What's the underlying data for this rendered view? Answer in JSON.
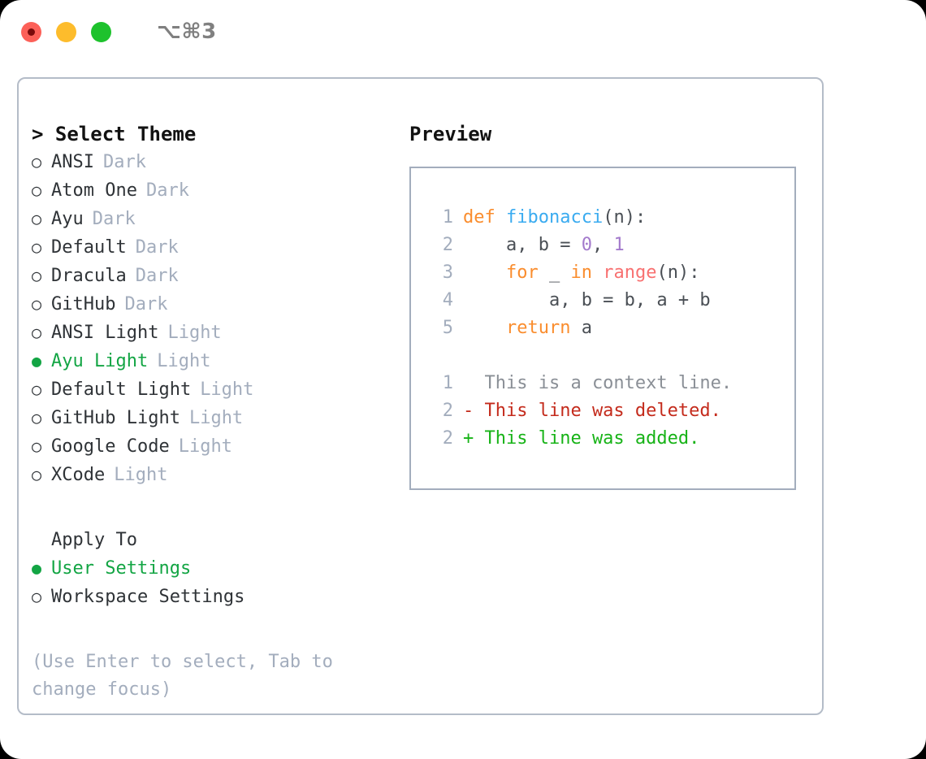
{
  "titlebar": {
    "shortcut": "⌥⌘3",
    "buttons": {
      "close": "close-button",
      "minimize": "minimize-button",
      "maximize": "maximize-button"
    }
  },
  "theme_picker": {
    "heading": "> Select Theme",
    "items": [
      {
        "marker": "○",
        "label": "ANSI",
        "tag": "Dark",
        "selected": false
      },
      {
        "marker": "○",
        "label": "Atom One",
        "tag": "Dark",
        "selected": false
      },
      {
        "marker": "○",
        "label": "Ayu",
        "tag": "Dark",
        "selected": false
      },
      {
        "marker": "○",
        "label": "Default",
        "tag": "Dark",
        "selected": false
      },
      {
        "marker": "○",
        "label": "Dracula",
        "tag": "Dark",
        "selected": false
      },
      {
        "marker": "○",
        "label": "GitHub",
        "tag": "Dark",
        "selected": false
      },
      {
        "marker": "○",
        "label": "ANSI Light",
        "tag": "Light",
        "selected": false
      },
      {
        "marker": "●",
        "label": "Ayu Light",
        "tag": "Light",
        "selected": true
      },
      {
        "marker": "○",
        "label": "Default Light",
        "tag": "Light",
        "selected": false
      },
      {
        "marker": "○",
        "label": "GitHub Light",
        "tag": "Light",
        "selected": false
      },
      {
        "marker": "○",
        "label": "Google Code",
        "tag": "Light",
        "selected": false
      },
      {
        "marker": "○",
        "label": "XCode",
        "tag": "Light",
        "selected": false
      }
    ]
  },
  "apply_to": {
    "heading": "Apply To",
    "items": [
      {
        "marker": "●",
        "label": "User Settings",
        "selected": true
      },
      {
        "marker": "○",
        "label": "Workspace Settings",
        "selected": false
      }
    ]
  },
  "hint": "(Use Enter to select, Tab to change focus)",
  "preview": {
    "title": "Preview",
    "code_lines": [
      {
        "number": "1",
        "tokens": [
          {
            "text": "def ",
            "kind": "kw"
          },
          {
            "text": "fibonacci",
            "kind": "fn"
          },
          {
            "text": "(n):",
            "kind": "plain"
          }
        ]
      },
      {
        "number": "2",
        "tokens": [
          {
            "text": "    a, b = ",
            "kind": "plain"
          },
          {
            "text": "0",
            "kind": "num"
          },
          {
            "text": ", ",
            "kind": "plain"
          },
          {
            "text": "1",
            "kind": "num"
          }
        ]
      },
      {
        "number": "3",
        "tokens": [
          {
            "text": "    ",
            "kind": "plain"
          },
          {
            "text": "for",
            "kind": "kw"
          },
          {
            "text": " _ ",
            "kind": "plain"
          },
          {
            "text": "in",
            "kind": "kw"
          },
          {
            "text": " ",
            "kind": "plain"
          },
          {
            "text": "range",
            "kind": "call"
          },
          {
            "text": "(n):",
            "kind": "plain"
          }
        ]
      },
      {
        "number": "4",
        "tokens": [
          {
            "text": "        a, b = b, a + b",
            "kind": "plain"
          }
        ]
      },
      {
        "number": "5",
        "tokens": [
          {
            "text": "    ",
            "kind": "plain"
          },
          {
            "text": "return",
            "kind": "kw"
          },
          {
            "text": " a",
            "kind": "plain"
          }
        ]
      }
    ],
    "diff_lines": [
      {
        "number": "1",
        "sign": " ",
        "text": " This is a context line.",
        "kind": "context"
      },
      {
        "number": "2",
        "sign": "-",
        "text": " This line was deleted.",
        "kind": "del"
      },
      {
        "number": "2",
        "sign": "+",
        "text": " This line was added.",
        "kind": "add"
      }
    ]
  },
  "colors": {
    "accent_green": "#13a544",
    "muted": "#a3adbd",
    "keyword": "#fa8d2e",
    "function": "#3aabf0",
    "number": "#a37acc",
    "call": "#f87171",
    "diff_add": "#17b317",
    "diff_del": "#c42b1c",
    "panel_border": "#b4bcc8"
  }
}
